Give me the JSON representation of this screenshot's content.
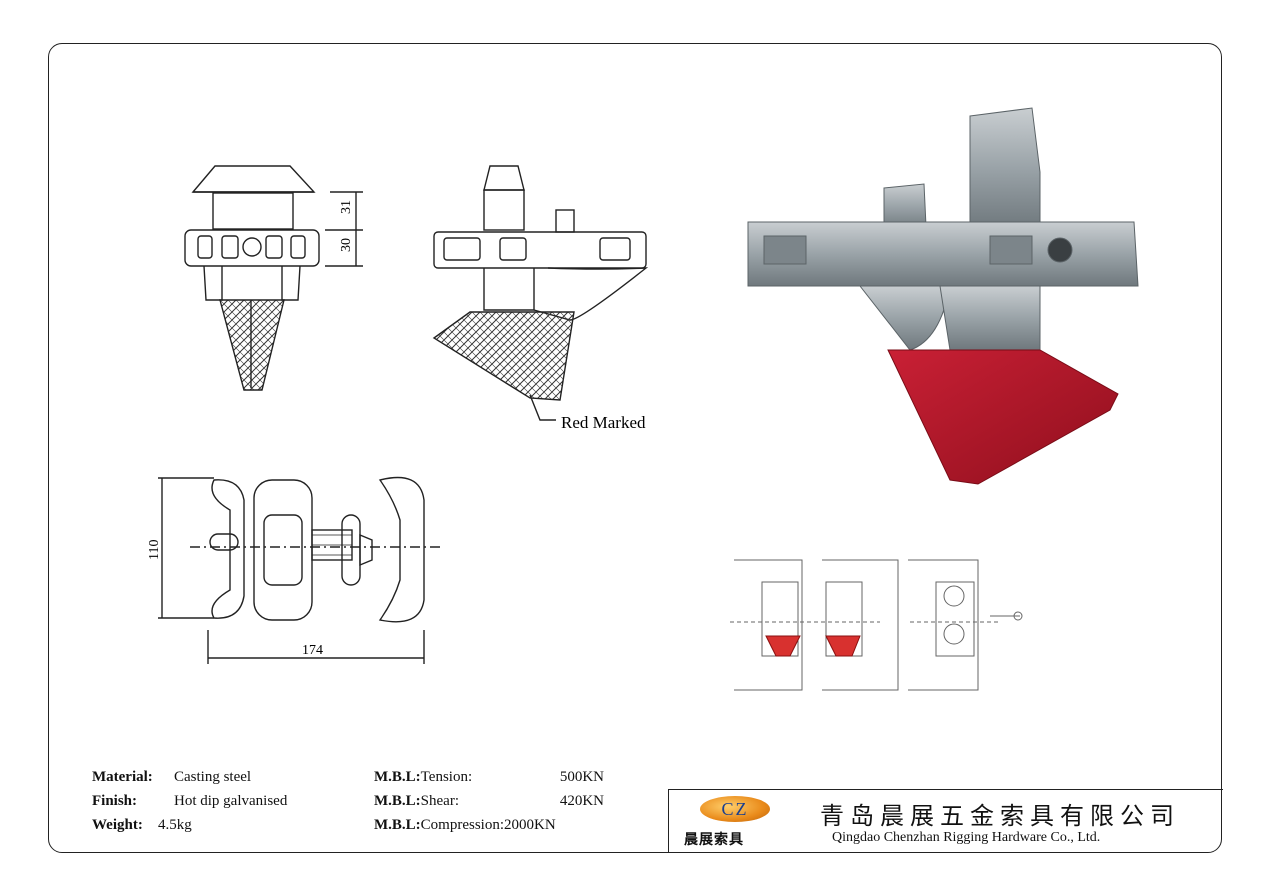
{
  "specs_left": [
    {
      "label": "Material:",
      "value": "Casting steel"
    },
    {
      "label": "Finish:",
      "value": "Hot dip galvanised"
    },
    {
      "label": "Weight:",
      "value": "4.5kg"
    }
  ],
  "specs_right": [
    {
      "label": "M.B.L:",
      "name": "Tension:",
      "value": "500KN"
    },
    {
      "label": "M.B.L:",
      "name": "Shear:",
      "value": "420KN"
    },
    {
      "label": "M.B.L:",
      "name": "Compression:",
      "value": "2000KN"
    }
  ],
  "drawing": {
    "callout": "Red Marked",
    "dim_top": "31",
    "dim_mid": "30",
    "dim_height": "110",
    "dim_width": "174"
  },
  "title_block": {
    "logo": "CZ",
    "logo_cn": "晨展索具",
    "company_cn": "青岛晨展五金索具有限公司",
    "company_en": "Qingdao Chenzhan Rigging Hardware Co., Ltd."
  },
  "colors": {
    "red_marked": "#b3182a",
    "galvanised": "#9aa3a8",
    "logo_orange": "#e98a1a",
    "logo_blue": "#1a3f8f"
  }
}
